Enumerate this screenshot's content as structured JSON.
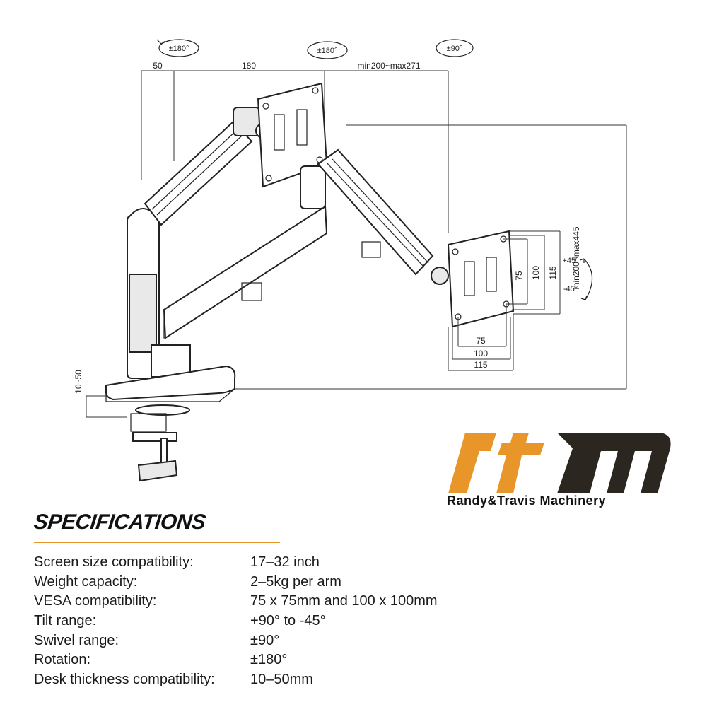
{
  "diagram": {
    "rotation_left": "±180°",
    "rotation_mid": "±180°",
    "swivel": "±90°",
    "dim_top_50": "50",
    "dim_top_180": "180",
    "dim_top_range": "min200~max271",
    "dim_height_range": "min200~max445",
    "dim_desk": "10~50",
    "tilt_up": "+45°",
    "tilt_down": "-45°",
    "vesa_h_75": "75",
    "vesa_h_100": "100",
    "vesa_h_115": "115",
    "vesa_v_75": "75",
    "vesa_v_100": "100",
    "vesa_v_115": "115"
  },
  "brand": {
    "company": "Randy&Travis Machinery",
    "logo_letters": "rtm",
    "logo_color_orange": "#e8962a",
    "logo_color_dark": "#2b2620"
  },
  "specifications": {
    "title": "SPECIFICATIONS",
    "accent_color": "#e8962a",
    "rows": [
      {
        "label": "Screen size compatibility:",
        "value": "17–32 inch"
      },
      {
        "label": "Weight capacity:",
        "value": "2–5kg per arm"
      },
      {
        "label": "VESA compatibility:",
        "value": "75 x 75mm and 100 x 100mm"
      },
      {
        "label": "Tilt range:",
        "value": "+90° to -45°"
      },
      {
        "label": "Swivel range:",
        "value": "±90°"
      },
      {
        "label": "Rotation:",
        "value": "±180°"
      },
      {
        "label": "Desk thickness compatibility:",
        "value": "10–50mm"
      }
    ]
  }
}
